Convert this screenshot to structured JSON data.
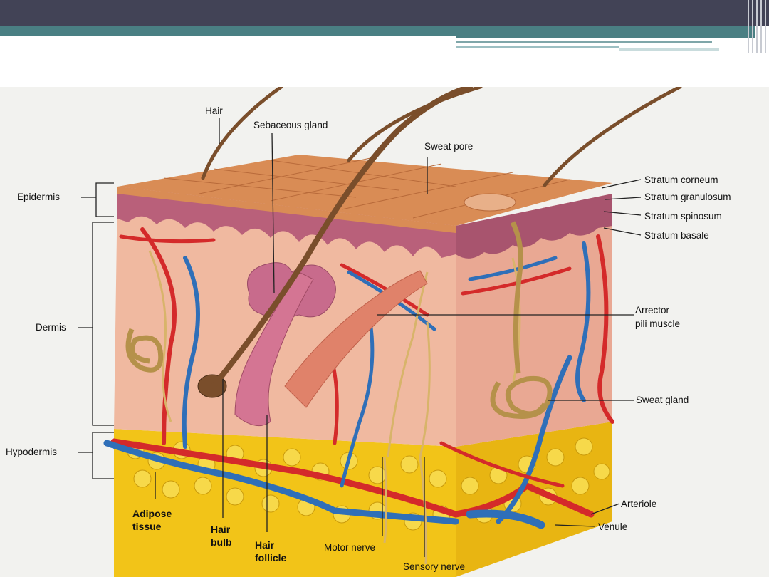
{
  "labels": {
    "hair": "Hair",
    "sebaceous_gland": "Sebaceous gland",
    "sweat_pore": "Sweat pore",
    "epidermis": "Epidermis",
    "dermis": "Dermis",
    "hypodermis": "Hypodermis",
    "stratum_corneum": "Stratum corneum",
    "stratum_granulosum": "Stratum granulosum",
    "stratum_spinosum": "Stratum spinosum",
    "stratum_basale": "Stratum basale",
    "arrector_line1": "Arrector",
    "arrector_line2": "pili muscle",
    "sweat_gland": "Sweat gland",
    "arteriole": "Arteriole",
    "venule": "Venule",
    "adipose_line1": "Adipose",
    "adipose_line2": "tissue",
    "hair_bulb_line1": "Hair",
    "hair_bulb_line2": "bulb",
    "hair_follicle_line1": "Hair",
    "hair_follicle_line2": "follicle",
    "motor_nerve": "Motor nerve",
    "sensory_nerve": "Sensory nerve"
  },
  "colors": {
    "title_bar": "#424356",
    "accent_teal": "#4a7f83",
    "figure_background": "#f2f2ef",
    "epidermis_surface": "#d98c55",
    "dermis": "#f0b9a0",
    "fat": "#f2c418",
    "artery": "#d42a2a",
    "vein": "#2f6fb8",
    "nerve": "#d8b46a",
    "hair": "#7a4e2b"
  }
}
